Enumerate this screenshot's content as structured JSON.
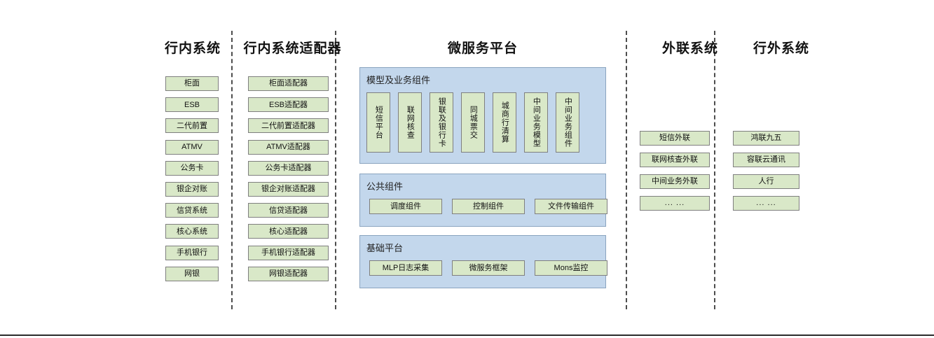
{
  "columns": {
    "internal": {
      "title": "行内系统",
      "items": [
        "柜面",
        "ESB",
        "二代前置",
        "ATMV",
        "公务卡",
        "银企对账",
        "信贷系统",
        "核心系统",
        "手机银行",
        "网银"
      ]
    },
    "adapter": {
      "title": "行内系统适配器",
      "items": [
        "柜面适配器",
        "ESB适配器",
        "二代前置适配器",
        "ATMV适配器",
        "公务卡适配器",
        "银企对账适配器",
        "信贷适配器",
        "核心适配器",
        "手机银行适配器",
        "网银适配器"
      ]
    },
    "platform": {
      "title": "微服务平台",
      "sections": [
        {
          "title": "模型及业务组件",
          "orientation": "vertical",
          "items": [
            "短信平台",
            "联网核查",
            "银联及银行卡",
            "同城票交",
            "城商行清算",
            "中间业务模型",
            "中间业务组件"
          ]
        },
        {
          "title": "公共组件",
          "orientation": "horizontal",
          "items": [
            "调度组件",
            "控制组件",
            "文件传输组件"
          ]
        },
        {
          "title": "基础平台",
          "orientation": "horizontal",
          "items": [
            "MLP日志采集",
            "微服务框架",
            "Mons监控"
          ]
        }
      ]
    },
    "external_link": {
      "title": "外联系统",
      "items": [
        "短信外联",
        "联网核查外联",
        "中间业务外联",
        "... ..."
      ]
    },
    "outside": {
      "title": "行外系统",
      "items": [
        "鸿联九五",
        "容联云通讯",
        "人行",
        "... ..."
      ]
    }
  },
  "colors": {
    "node_fill": "#d9e8c8",
    "node_border": "#7f7f7f",
    "panel_fill": "#c3d7ec",
    "panel_border": "#8aa4bf",
    "divider": "#4d4d4d",
    "text": "#111111"
  }
}
